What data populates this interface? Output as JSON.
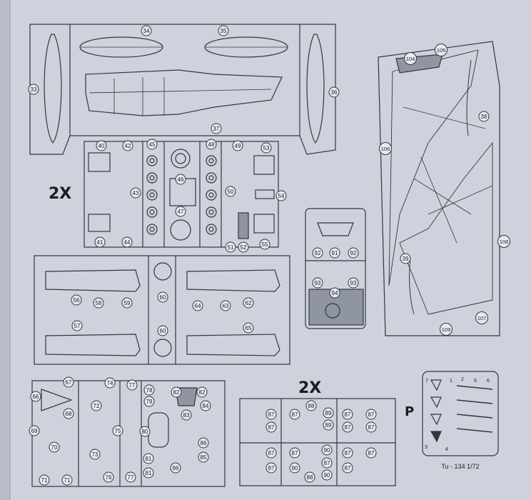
{
  "page": {
    "background": "#cdd2dc",
    "line_color": "#33363f",
    "shade_color": "#8f95a1"
  },
  "labels": {
    "qty_2x_top": "2X",
    "qty_2x_bottom": "2X",
    "photoetch_letter": "P",
    "photoetch_title": "Tu - 134  1/72"
  },
  "part_numbers": {
    "frame1": [
      "34",
      "35",
      "33",
      "36",
      "37"
    ],
    "frame2": [
      "104",
      "105",
      "38",
      "106",
      "39",
      "108",
      "109",
      "107"
    ],
    "frame3": [
      "40",
      "42",
      "45",
      "48",
      "49",
      "53",
      "46",
      "43",
      "50",
      "54",
      "47",
      "41",
      "44",
      "51",
      "52",
      "55"
    ],
    "frame4": [
      "92",
      "91",
      "92",
      "93",
      "93",
      "94"
    ],
    "frame5": [
      "56",
      "58",
      "59",
      "60",
      "64",
      "63",
      "62",
      "57",
      "60",
      "65"
    ],
    "frame6": [
      "67",
      "74",
      "77",
      "78",
      "82",
      "82",
      "66",
      "72",
      "79",
      "84",
      "68",
      "83",
      "69",
      "75",
      "80",
      "70",
      "73",
      "81",
      "86",
      "85",
      "71",
      "71",
      "76",
      "77",
      "81",
      "86"
    ],
    "frame7": [
      "88",
      "87",
      "87",
      "89",
      "87",
      "87",
      "87",
      "89",
      "87",
      "87",
      "87",
      "87",
      "90",
      "87",
      "87",
      "87",
      "90",
      "87",
      "87",
      "88",
      "90"
    ],
    "photoetch": [
      "1",
      "2",
      "3",
      "4",
      "5",
      "6",
      "7"
    ]
  }
}
